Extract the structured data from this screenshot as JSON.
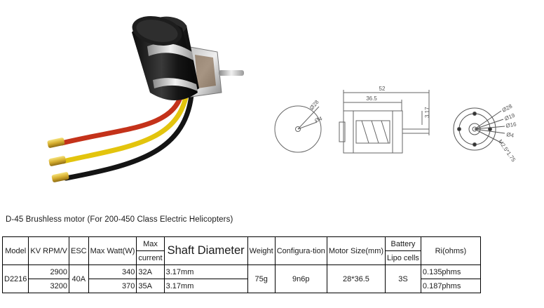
{
  "heading": "D-45 Brushless motor (For 200-450 Class Electric Helicopters)",
  "drawing": {
    "side_length": "52",
    "side_body": "36.5",
    "side_shaft": "3.17",
    "front_outer": "Ø28",
    "front_inner": "Ø4",
    "rear_d28": "Ø28",
    "rear_d19": "Ø19",
    "rear_d16": "Ø16",
    "rear_d4": "Ø4",
    "rear_thread": "M2.5*1.75"
  },
  "table": {
    "headers": {
      "model": "Model",
      "kv": "KV RPM/V",
      "esc": "ESC",
      "max_watt": "Max Watt(W)",
      "max_current_1": "Max",
      "max_current_2": "current",
      "shaft": "Shaft Diameter",
      "weight": "Weight",
      "config": "Configura-tion",
      "size": "Motor Size(mm)",
      "battery_1": "Battery",
      "battery_2": "Lipo cells",
      "ri": "Ri(ohms)"
    },
    "model": "D2216",
    "esc": "40A",
    "weight": "75g",
    "config": "9n6p",
    "size": "28*36.5",
    "battery": "3S",
    "rows": [
      {
        "kv": "2900",
        "watt": "340",
        "current": "32A",
        "shaft": "3.17mm",
        "ri": "0.135phms"
      },
      {
        "kv": "3200",
        "watt": "370",
        "current": "35A",
        "shaft": "3.17mm",
        "ri": "0.187phms"
      }
    ]
  }
}
